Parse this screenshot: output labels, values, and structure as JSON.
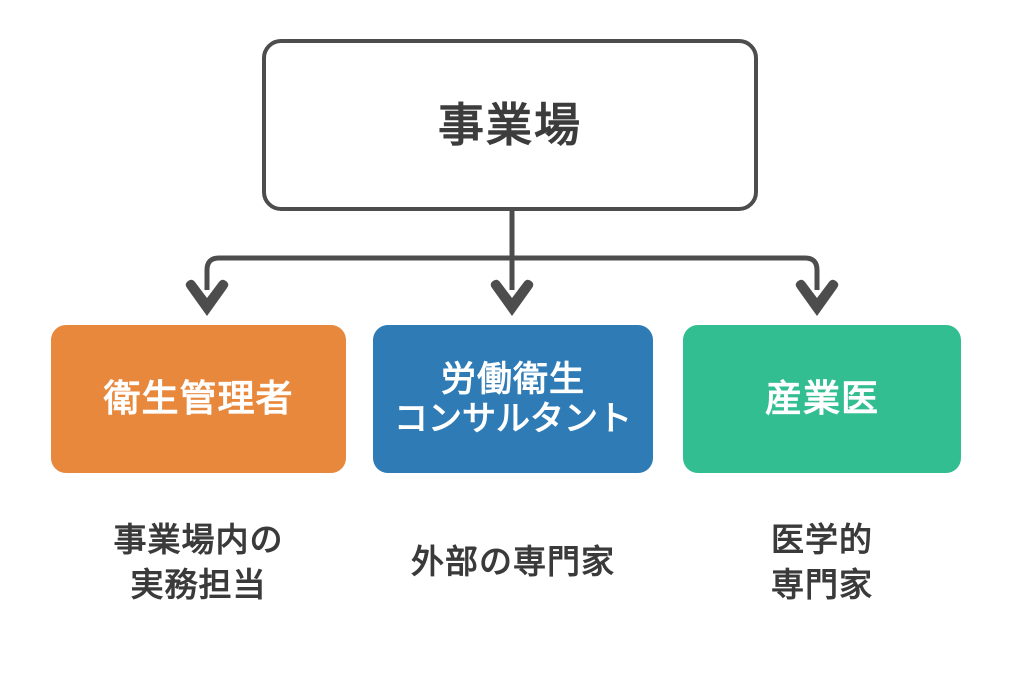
{
  "diagram": {
    "type": "hierarchy-flowchart",
    "background_color": "#ffffff",
    "root": {
      "label": "事業場",
      "fill_color": "#ffffff",
      "border_color": "#4d4d4d",
      "text_color": "#3c3c3c"
    },
    "connector": {
      "color": "#4d4d4d",
      "stroke_width": 5,
      "style": "elbow-with-arrowheads",
      "arrow_count": 3
    },
    "nodes": [
      {
        "id": "health-supervisor",
        "label_lines": [
          "衛生管理者"
        ],
        "fill_color": "#e8883c",
        "text_color": "#ffffff",
        "caption_lines": [
          "事業場内の",
          "実務担当"
        ],
        "caption_color": "#3a3a3a"
      },
      {
        "id": "occupational-health-consultant",
        "label_lines": [
          "労働衛生",
          "コンサルタント"
        ],
        "fill_color": "#2e7bb5",
        "text_color": "#ffffff",
        "caption_lines": [
          "外部の専門家"
        ],
        "caption_color": "#3a3a3a"
      },
      {
        "id": "occupational-physician",
        "label_lines": [
          "産業医"
        ],
        "fill_color": "#33be92",
        "text_color": "#ffffff",
        "caption_lines": [
          "医学的",
          "専門家"
        ],
        "caption_color": "#3a3a3a"
      }
    ]
  }
}
